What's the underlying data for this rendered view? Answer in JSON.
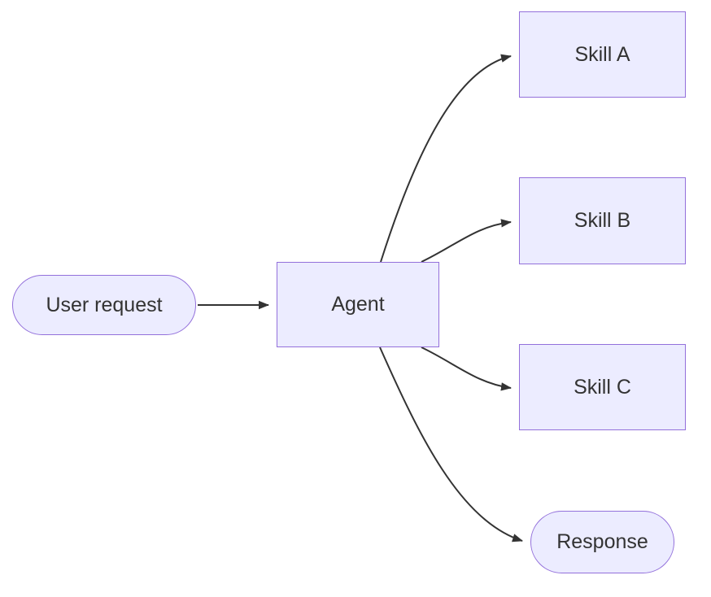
{
  "diagram": {
    "type": "flowchart",
    "direction": "left-to-right",
    "nodes": {
      "user_request": {
        "label": "User request",
        "shape": "stadium"
      },
      "agent": {
        "label": "Agent",
        "shape": "rect"
      },
      "skill_a": {
        "label": "Skill A",
        "shape": "rect"
      },
      "skill_b": {
        "label": "Skill B",
        "shape": "rect"
      },
      "skill_c": {
        "label": "Skill C",
        "shape": "rect"
      },
      "response": {
        "label": "Response",
        "shape": "stadium"
      }
    },
    "edges": [
      {
        "from": "user_request",
        "to": "agent",
        "arrow": "filled-triangle"
      },
      {
        "from": "agent",
        "to": "skill_a",
        "arrow": "filled-triangle"
      },
      {
        "from": "agent",
        "to": "skill_b",
        "arrow": "filled-triangle"
      },
      {
        "from": "agent",
        "to": "skill_c",
        "arrow": "filled-triangle"
      },
      {
        "from": "agent",
        "to": "response",
        "arrow": "filled-triangle"
      }
    ],
    "colors": {
      "background": "#FFFFFF",
      "node-fill": "#ECECFF",
      "node-border": "#9370DB",
      "edge": "#333333",
      "text": "#333333"
    }
  }
}
